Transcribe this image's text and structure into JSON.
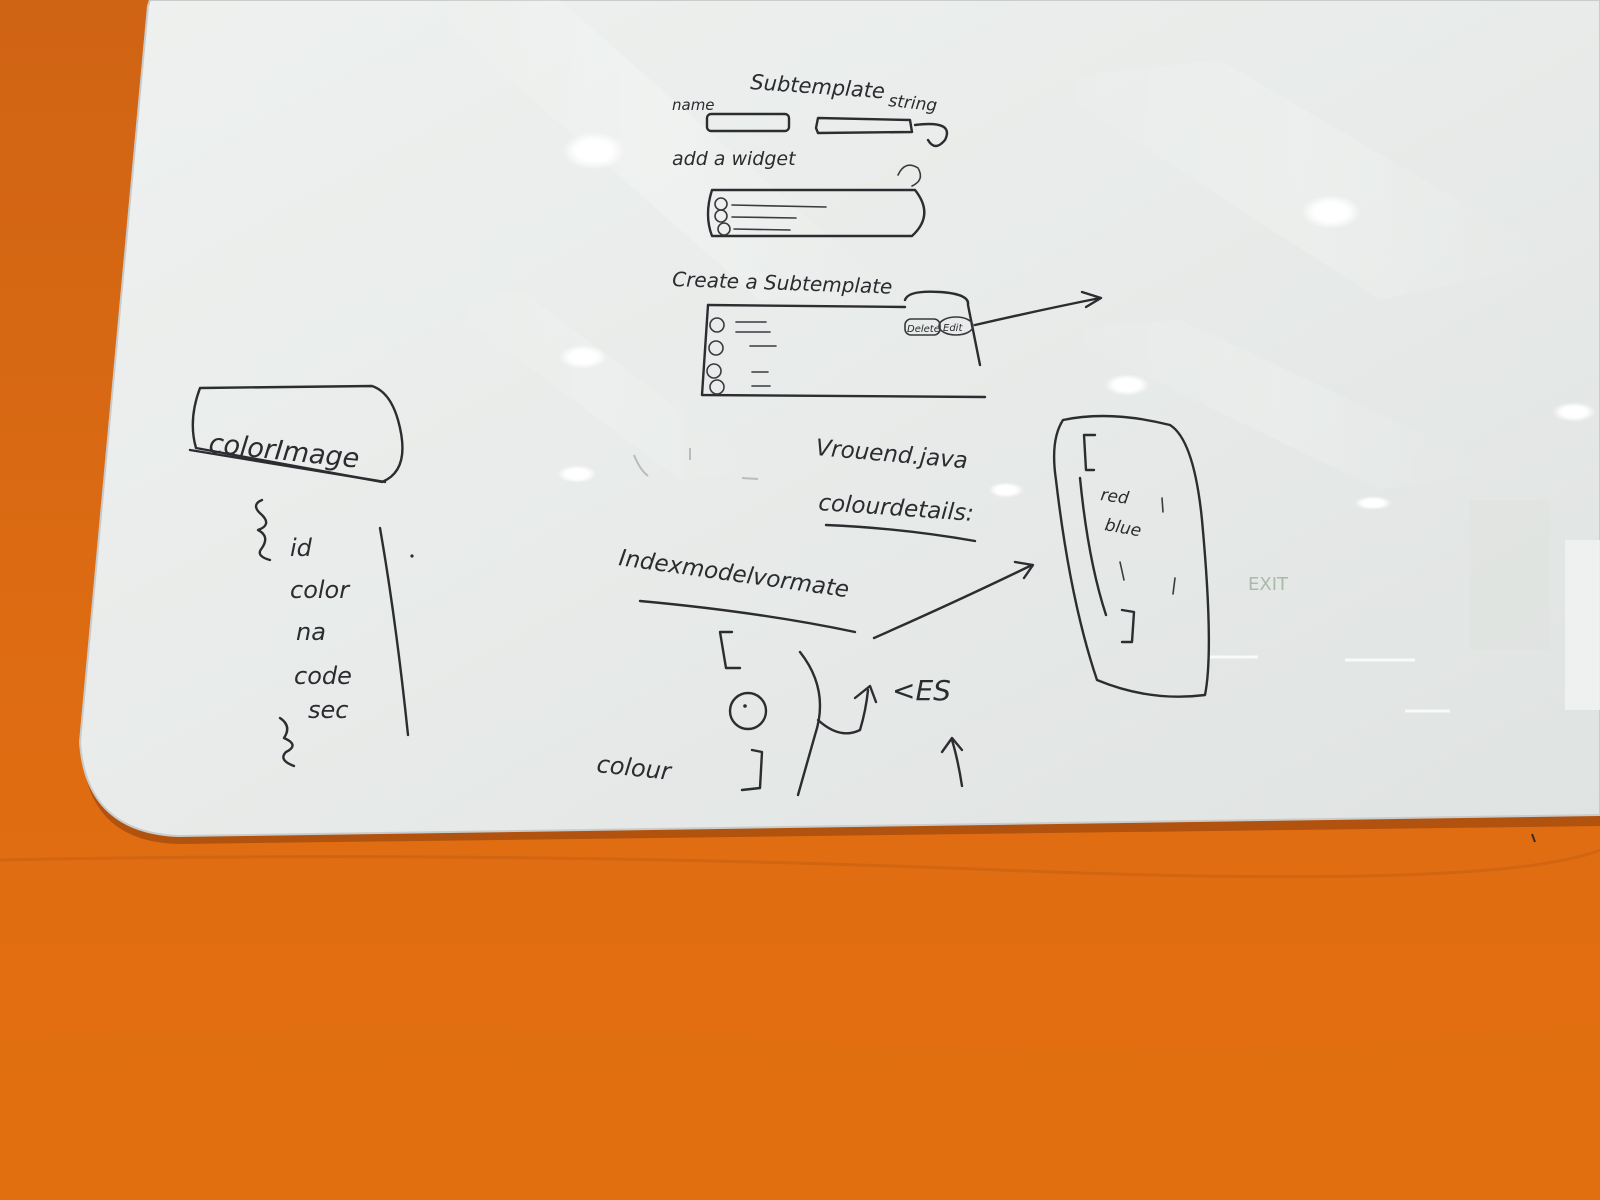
{
  "photo": {
    "wall_color": "#d96a14",
    "board_color": "#eef0ee",
    "ink_color": "#2b2b30"
  },
  "whiteboard": {
    "top_diagram": {
      "title": "Subtemplate",
      "left_label": "name",
      "right_label": "string",
      "widget_label": "add a widget",
      "create_label": "Create a Subtemplate",
      "button_labels": [
        "Delete",
        "Edit"
      ]
    },
    "left_box": {
      "title": "colorImage",
      "fields": [
        "id",
        "color",
        "na",
        "code",
        "sec"
      ]
    },
    "middle": {
      "file_label": "Vrouend.java",
      "details_label": "colourdetails:",
      "model_label": "Indexmodelvormate",
      "colour_label": "colour",
      "ecs_label": "<ES"
    },
    "right_box": {
      "items": [
        "red",
        "blue"
      ]
    },
    "exit_sign": "EXIT"
  }
}
